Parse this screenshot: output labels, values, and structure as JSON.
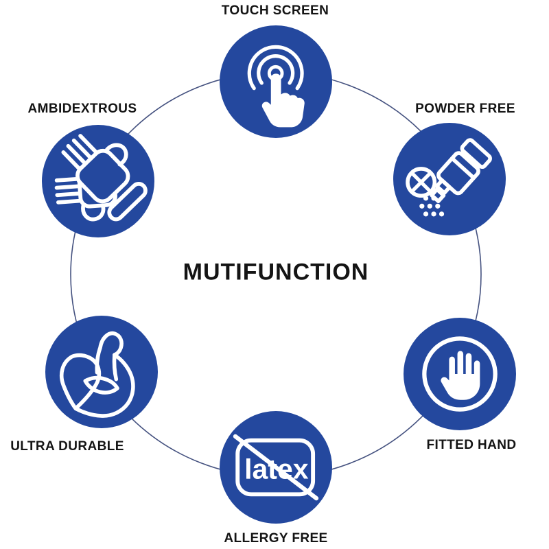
{
  "title": "MUTIFUNCTION",
  "colors": {
    "badge_blue": "#24489E",
    "ring_navy": "#44517F",
    "text_black": "#141414",
    "icon_white": "#FFFFFF"
  },
  "features": [
    {
      "id": "touch-screen",
      "label": "TOUCH SCREEN"
    },
    {
      "id": "powder-free",
      "label": "POWDER FREE"
    },
    {
      "id": "fitted-hand",
      "label": "FITTED HAND"
    },
    {
      "id": "allergy-free",
      "label": "ALLERGY FREE",
      "badge_text": "latex"
    },
    {
      "id": "ultra-durable",
      "label": "ULTRA DURABLE"
    },
    {
      "id": "ambidextrous",
      "label": "AMBIDEXTROUS"
    }
  ]
}
